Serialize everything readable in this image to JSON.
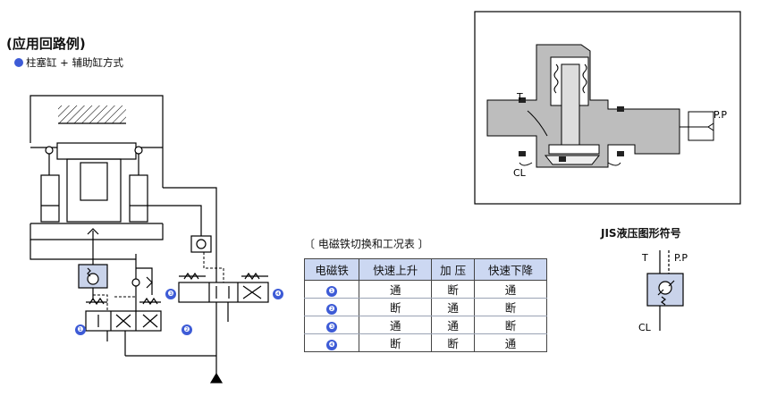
{
  "title": "(应用回路例)",
  "subtitle": "柱塞缸 + 辅助缸方式",
  "table": {
    "caption": "〔 电磁铁切换和工况表 〕",
    "headers": [
      "电磁铁",
      "快速上升",
      "加 压",
      "快速下降"
    ],
    "rows": [
      {
        "id": "❶",
        "cells": [
          "通",
          "断",
          "通"
        ]
      },
      {
        "id": "❷",
        "cells": [
          "断",
          "通",
          "断"
        ]
      },
      {
        "id": "❸",
        "cells": [
          "通",
          "通",
          "断"
        ]
      },
      {
        "id": "❹",
        "cells": [
          "断",
          "断",
          "通"
        ]
      }
    ]
  },
  "markers": [
    "❶",
    "❷",
    "❸",
    "❹"
  ],
  "section_view": {
    "t_label": "T",
    "cl_label": "CL",
    "pp_label": "P.P"
  },
  "jis": {
    "title": "JIS液压图形符号",
    "t_label": "T",
    "pp_label": "P.P",
    "cl_label": "CL"
  },
  "colors": {
    "accent_blue": "#3d5bd6",
    "table_header_bg": "#ccd8f2",
    "valve_fill": "#c9d3ea",
    "section_gray": "#bdbdbd"
  }
}
